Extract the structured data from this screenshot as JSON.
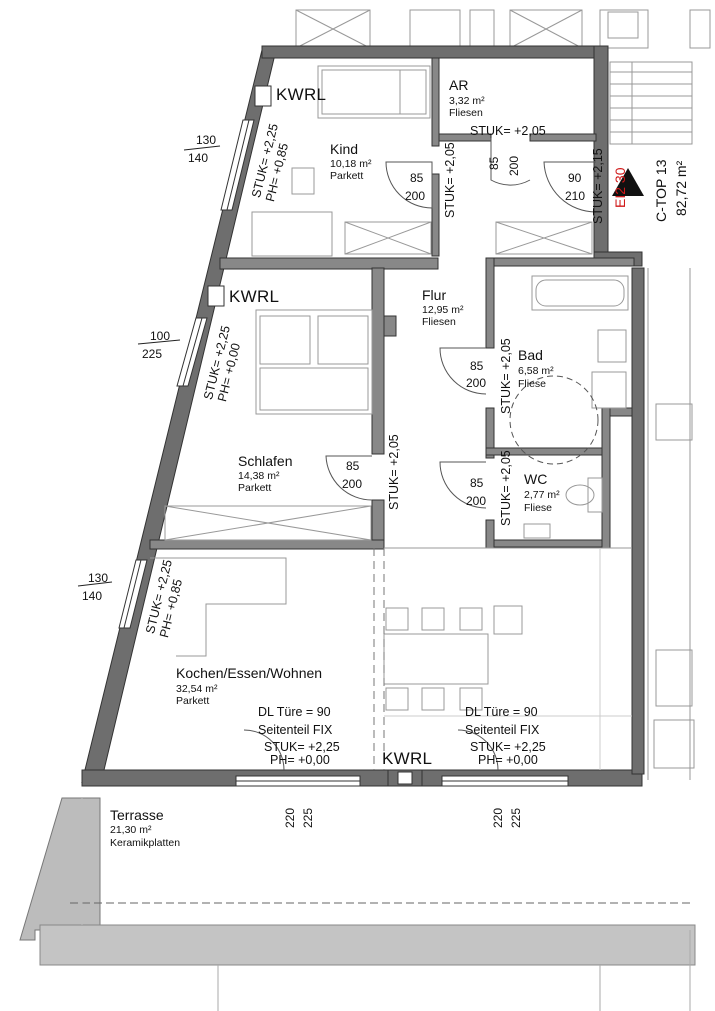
{
  "rooms": {
    "ar": {
      "name": "AR",
      "area": "3,32 m²",
      "floor": "Fliesen"
    },
    "kind": {
      "name": "Kind",
      "area": "10,18 m²",
      "floor": "Parkett"
    },
    "flur": {
      "name": "Flur",
      "area": "12,95 m²",
      "floor": "Fliesen"
    },
    "bad": {
      "name": "Bad",
      "area": "6,58 m²",
      "floor": "Fliese"
    },
    "wc": {
      "name": "WC",
      "area": "2,77 m²",
      "floor": "Fliese"
    },
    "schlafen": {
      "name": "Schlafen",
      "area": "14,38 m²",
      "floor": "Parkett"
    },
    "kochen": {
      "name": "Kochen/Essen/Wohnen",
      "area": "32,54 m²",
      "floor": "Parkett"
    },
    "terrasse": {
      "name": "Terrasse",
      "area": "21,30 m²",
      "floor": "Keramikplatten"
    }
  },
  "kwrl": "KWRL",
  "top": {
    "code": "C-TOP 13",
    "area": "82,72 m²",
    "level": "EI2 30"
  },
  "doors": {
    "d1": {
      "w": "85",
      "h": "200"
    },
    "d2": {
      "w": "85",
      "h": "200"
    },
    "d3": {
      "w": "90",
      "h": "210"
    },
    "d4": {
      "w": "85",
      "h": "200"
    },
    "d5": {
      "w": "85",
      "h": "200"
    },
    "d6": {
      "w": "85",
      "h": "200"
    }
  },
  "stuk": {
    "s205": "STUK= +2,05",
    "s215": "STUK= +2,15",
    "window_stuk": "STUK= +2,25",
    "ph085": "PH= +0,85",
    "ph000": "PH= +0,00"
  },
  "windows": {
    "w1": {
      "a": "130",
      "b": "140"
    },
    "w2": {
      "a": "100",
      "b": "225"
    },
    "w3": {
      "a": "130",
      "b": "140"
    }
  },
  "doors_terrace": {
    "line1": "DL Türe = 90",
    "line2": "Seitenteil FIX",
    "line3": "STUK= +2,25",
    "line4": "PH= +0,00",
    "dimA": "220",
    "dimB": "225"
  }
}
